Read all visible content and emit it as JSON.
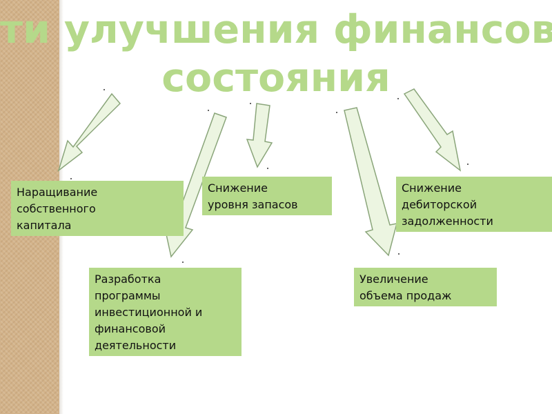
{
  "title": {
    "line1": "ти улучшения финансового",
    "line2": "состояния"
  },
  "boxes": {
    "equity": "Наращивание\nсобственного\nкапитала",
    "inventory": "Снижение\nуровня запасов",
    "receivables": "Снижение\nдебиторской\nзадолженности",
    "program": "Разработка\nпрограммы\nинвестиционной и\nфинансовой\nдеятельности",
    "sales": "Увеличение\nобъема продаж"
  },
  "colors": {
    "title": "#b5d98a",
    "box_fill": "#b5d98a",
    "arrow_fill": "#ecf5e1",
    "arrow_stroke": "#8aa57a",
    "side_strip": "#d3b38a"
  }
}
